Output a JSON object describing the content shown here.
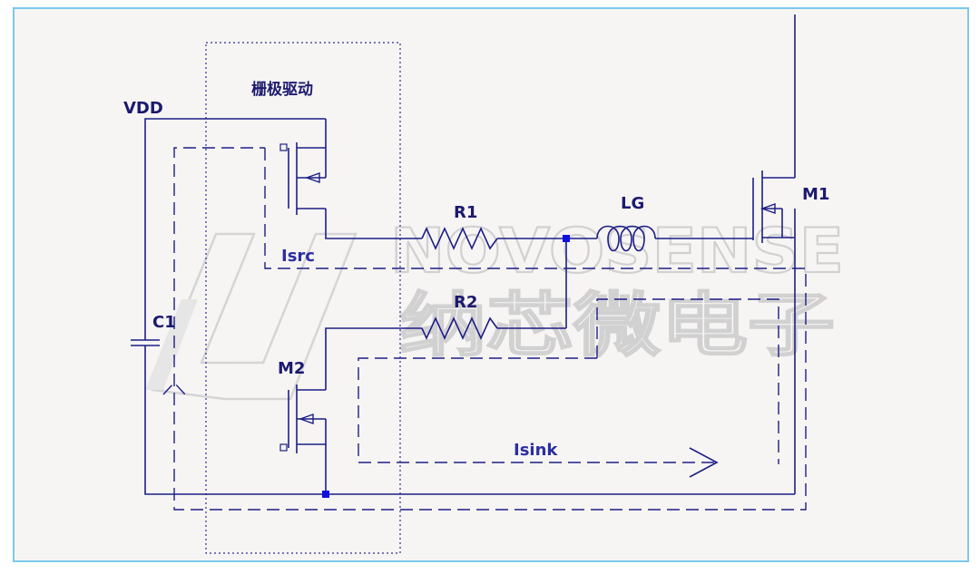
{
  "title": "栅极驱动",
  "labels": {
    "vdd": "VDD",
    "r1": "R1",
    "lg": "LG",
    "m1": "M1",
    "r2": "R2",
    "c1": "C1",
    "m2": "M2",
    "isrc": "Isrc",
    "isink": "Isink"
  },
  "watermark": {
    "brand_en": "NOVOSENSE",
    "brand_cn": "纳芯微电子"
  },
  "colors": {
    "wire": "#1c1e86",
    "node": "#1010e0",
    "frame": "#7cc8ea",
    "background": "#f7f5f3",
    "watermark": "#b5b5b8"
  }
}
